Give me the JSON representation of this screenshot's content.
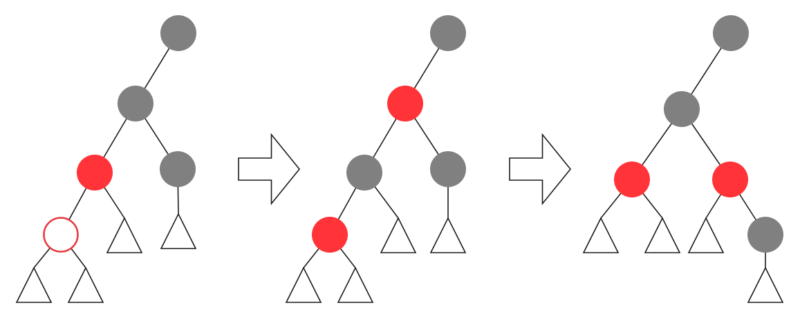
{
  "colors": {
    "black_node": "#808080",
    "red_node": "#ff3338",
    "inserted_outline": "#e8353a",
    "background": "#ffffff",
    "line": "#1a1a1a"
  },
  "stages": [
    {
      "id": "before",
      "nodes": [
        {
          "id": "great-grandparent",
          "color": "black"
        },
        {
          "id": "grandparent",
          "color": "black"
        },
        {
          "id": "parent",
          "color": "red"
        },
        {
          "id": "uncle",
          "color": "black"
        },
        {
          "id": "inserted",
          "color": "hollow-red"
        }
      ]
    },
    {
      "id": "recolor",
      "nodes": [
        {
          "id": "great-grandparent",
          "color": "black"
        },
        {
          "id": "grandparent",
          "color": "red"
        },
        {
          "id": "parent",
          "color": "black"
        },
        {
          "id": "uncle",
          "color": "black"
        },
        {
          "id": "inserted",
          "color": "red"
        }
      ]
    },
    {
      "id": "rotated",
      "nodes": [
        {
          "id": "great-grandparent",
          "color": "black"
        },
        {
          "id": "root",
          "color": "black"
        },
        {
          "id": "left",
          "color": "red"
        },
        {
          "id": "right",
          "color": "red"
        },
        {
          "id": "bottom",
          "color": "black"
        }
      ]
    }
  ],
  "arrows": [
    {
      "id": "step-1",
      "shape": "right-arrow"
    },
    {
      "id": "step-2",
      "shape": "right-arrow"
    }
  ]
}
